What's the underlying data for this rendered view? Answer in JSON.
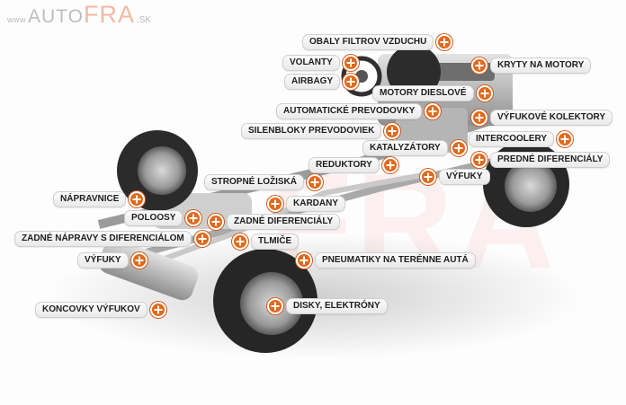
{
  "logo": {
    "www": "www",
    "auto": "AUTO",
    "fra": "FRA",
    "tld": ".SK"
  },
  "watermark": "FRA",
  "colors": {
    "accent": "#e06a1b",
    "label_bg": "#f2f2f2",
    "logo_accent": "#f2b9a3"
  },
  "hotspots": [
    {
      "label": "OBALY FILTROV VZDUCHU",
      "icon": "plus-circle-icon"
    },
    {
      "label": "VOLANTY",
      "icon": "plus-circle-icon"
    },
    {
      "label": "AIRBAGY",
      "icon": "plus-circle-icon"
    },
    {
      "label": "KRYTY NA MOTORY",
      "icon": "plus-circle-icon"
    },
    {
      "label": "MOTORY DIESLOVÉ",
      "icon": "plus-circle-icon"
    },
    {
      "label": "AUTOMATICKÉ PREVODOVKY",
      "icon": "plus-circle-icon"
    },
    {
      "label": "VÝFUKOVÉ KOLEKTORY",
      "icon": "plus-circle-icon"
    },
    {
      "label": "SILENBLOKY PREVODOVIEK",
      "icon": "plus-circle-icon"
    },
    {
      "label": "INTERCOOLERY",
      "icon": "plus-circle-icon"
    },
    {
      "label": "KATALYZÁTORY",
      "icon": "plus-circle-icon"
    },
    {
      "label": "PREDNÉ DIFERENCIÁLY",
      "icon": "plus-circle-icon"
    },
    {
      "label": "REDUKTORY",
      "icon": "plus-circle-icon"
    },
    {
      "label": "VÝFUKY",
      "icon": "plus-circle-icon"
    },
    {
      "label": "STROPNÉ LOŽISKÁ",
      "icon": "plus-circle-icon"
    },
    {
      "label": "KARDANY",
      "icon": "plus-circle-icon"
    },
    {
      "label": "NÁPRAVNICE",
      "icon": "plus-circle-icon"
    },
    {
      "label": "POLOOSY",
      "icon": "plus-circle-icon"
    },
    {
      "label": "ZADNÉ DIFERENCIÁLY",
      "icon": "plus-circle-icon"
    },
    {
      "label": "ZADNÉ NÁPRAVY S DIFERENCIÁLOM",
      "icon": "plus-circle-icon"
    },
    {
      "label": "TLMIČE",
      "icon": "plus-circle-icon"
    },
    {
      "label": "VÝFUKY",
      "icon": "plus-circle-icon"
    },
    {
      "label": "PNEUMATIKY NA TERÉNNE AUTÁ",
      "icon": "plus-circle-icon"
    },
    {
      "label": "KONCOVKY VÝFUKOV",
      "icon": "plus-circle-icon"
    },
    {
      "label": "DISKY, ELEKTRÓNY",
      "icon": "plus-circle-icon"
    }
  ]
}
